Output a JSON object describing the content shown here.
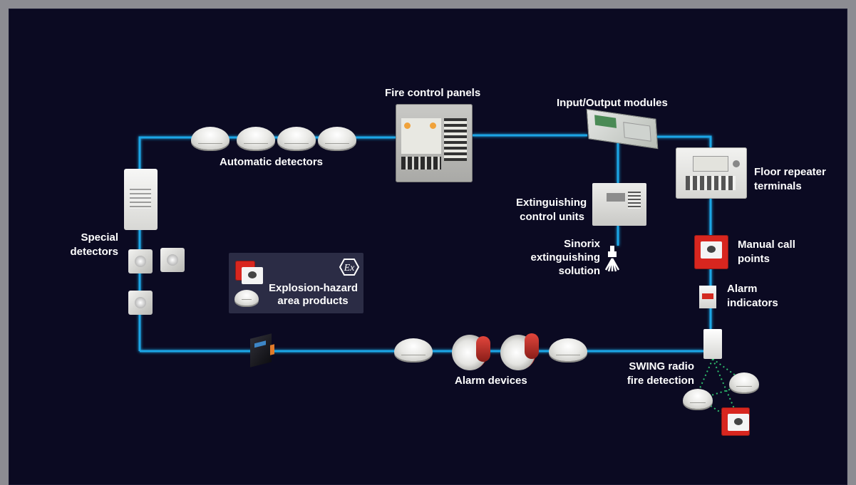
{
  "labels": {
    "fire_control_panels": "Fire control panels",
    "input_output_modules": "Input/Output modules",
    "automatic_detectors": "Automatic detectors",
    "floor_repeater_line1": "Floor repeater",
    "floor_repeater_line2": "terminals",
    "extinguishing_line1": "Extinguishing",
    "extinguishing_line2": "control units",
    "sinorix_line1": "Sinorix",
    "sinorix_line2": "extinguishing",
    "sinorix_line3": "solution",
    "special_line1": "Special",
    "special_line2": "detectors",
    "manual_call_line1": "Manual call",
    "manual_call_line2": "points",
    "alarm_indicators_line1": "Alarm",
    "alarm_indicators_line2": "indicators",
    "explosion_line1": "Explosion-hazard",
    "explosion_line2": "area products",
    "alarm_devices": "Alarm devices",
    "swing_line1": "SWING radio",
    "swing_line2": "fire detection"
  },
  "colors": {
    "background": "#0b0a22",
    "loop_line": "#1fa6e6",
    "loop_glow": "#0a6fb0",
    "radio_link": "#2fbf6e",
    "label_text": "#ffffff",
    "device_red": "#d8261f"
  },
  "icons": {
    "explosion": "ex-symbol-icon",
    "sinorix": "nozzle-icon"
  }
}
